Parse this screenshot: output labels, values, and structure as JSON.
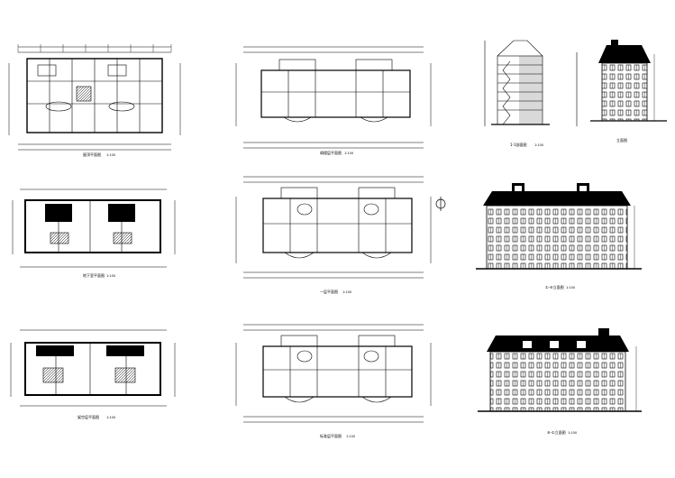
{
  "drawings": [
    {
      "id": "plan-roof",
      "kind": "plan",
      "title": "屋顶平面图",
      "scale": "1:100"
    },
    {
      "id": "plan-attic",
      "kind": "plan",
      "title": "阁楼层平面图",
      "scale": "1:100"
    },
    {
      "id": "section",
      "kind": "section",
      "title": "1-1剖面图",
      "scale": "1:100"
    },
    {
      "id": "side-elevation",
      "kind": "side-elevation",
      "title": "立面图",
      "scale": ""
    },
    {
      "id": "plan-basement",
      "kind": "plan",
      "title": "地下室平面图",
      "scale": "1:100"
    },
    {
      "id": "plan-ground",
      "kind": "plan",
      "title": "一层平面图",
      "scale": "1:100"
    },
    {
      "id": "front-elevation",
      "kind": "elevation",
      "title": "①-⑥立面图",
      "scale": "1:100"
    },
    {
      "id": "plan-bottom-left",
      "kind": "plan",
      "title": "架空层平面图",
      "scale": "1:100"
    },
    {
      "id": "plan-typical",
      "kind": "plan",
      "title": "标准层平面图",
      "scale": "1:100"
    },
    {
      "id": "rear-elevation",
      "kind": "elevation",
      "title": "⑥-①立面图",
      "scale": "1:100"
    }
  ]
}
